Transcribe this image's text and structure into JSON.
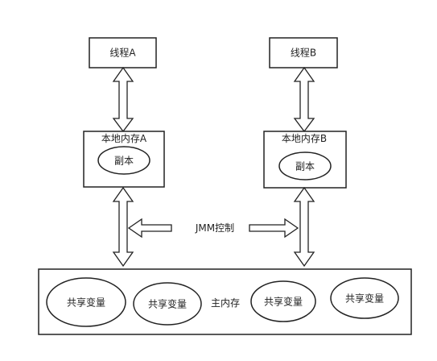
{
  "thread_a": {
    "label": "线程A"
  },
  "thread_b": {
    "label": "线程B"
  },
  "local_memory_a": {
    "label": "本地内存A",
    "copy_label": "副本"
  },
  "local_memory_b": {
    "label": "本地内存B",
    "copy_label": "副本"
  },
  "control": {
    "label": "JMM控制"
  },
  "main_memory": {
    "label": "主内存",
    "label_color": "#b22222",
    "shared_vars": [
      "共享变量",
      "共享变量",
      "共享变量",
      "共享变量"
    ]
  },
  "colors": {
    "stroke": "#222222",
    "fill": "#ffffff",
    "text": "#222222"
  }
}
